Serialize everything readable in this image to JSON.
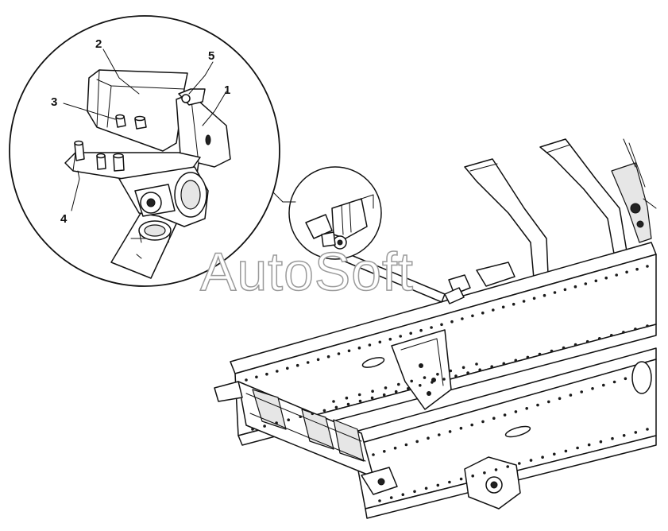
{
  "diagram": {
    "callouts": [
      {
        "id": "1",
        "label": "1"
      },
      {
        "id": "2",
        "label": "2"
      },
      {
        "id": "3",
        "label": "3"
      },
      {
        "id": "4",
        "label": "4"
      },
      {
        "id": "5",
        "label": "5"
      }
    ],
    "watermark": "AutoSoft",
    "colors": {
      "line": "#111111",
      "background": "#ffffff",
      "watermark_outline": "#9a9a9a"
    }
  }
}
